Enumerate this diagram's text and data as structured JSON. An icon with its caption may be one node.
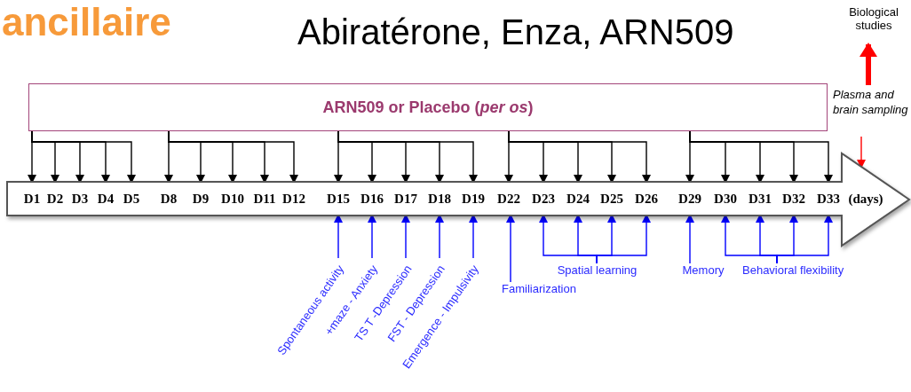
{
  "diagram": {
    "title": "Abiratérone, Enza, ARN509",
    "nodes": [
      {
        "text": [
          "ARN509 or Placebo (*per os*)"
        ]
      },
      {
        "text": [
          "Biological studies"
        ]
      },
      {
        "text": [
          "Plasma and brain sampling"
        ]
      },
      {
        "text": [
          "(days)"
        ]
      },
      {
        "text": [
          "D1"
        ],
        "in": 3
      },
      {
        "text": [
          "D2"
        ],
        "in": 3
      },
      {
        "text": [
          "D3"
        ],
        "in": 3
      },
      {
        "text": [
          "D4"
        ],
        "in": 3
      },
      {
        "text": [
          "D5"
        ],
        "in": 3
      },
      {
        "text": [
          "D8"
        ],
        "in": 3
      },
      {
        "text": [
          "D9"
        ],
        "in": 3
      },
      {
        "text": [
          "D10"
        ],
        "in": 3
      },
      {
        "text": [
          "D11"
        ],
        "in": 3
      },
      {
        "text": [
          "D12"
        ],
        "in": 3
      },
      {
        "text": [
          "D15"
        ],
        "in": 3
      },
      {
        "text": [
          "D16"
        ],
        "in": 3
      },
      {
        "text": [
          "D17"
        ],
        "in": 3
      },
      {
        "text": [
          "D18"
        ],
        "in": 3
      },
      {
        "text": [
          "D19"
        ],
        "in": 3
      },
      {
        "text": [
          "D22"
        ],
        "in": 3
      },
      {
        "text": [
          "D23"
        ],
        "in": 3
      },
      {
        "text": [
          "D24"
        ],
        "in": 3
      },
      {
        "text": [
          "D25"
        ],
        "in": 3
      },
      {
        "text": [
          "D26"
        ],
        "in": 3
      },
      {
        "text": [
          "D29"
        ],
        "in": 3
      },
      {
        "text": [
          "D30"
        ],
        "in": 3
      },
      {
        "text": [
          "D31"
        ],
        "in": 3
      },
      {
        "text": [
          "D32"
        ],
        "in": 3
      },
      {
        "text": [
          "D33"
        ],
        "in": 3
      },
      {
        "text": [
          "Spontaneous activity"
        ]
      },
      {
        "text": [
          "+maze - Anxiety"
        ]
      },
      {
        "text": [
          "TS T -Depression"
        ]
      },
      {
        "text": [
          "FST - Depression"
        ]
      },
      {
        "text": [
          "Emergence - Impulsivity"
        ]
      },
      {
        "text": [
          "Familiarization"
        ]
      },
      {
        "text": [
          "Spatial learning"
        ]
      },
      {
        "text": [
          "Memory"
        ]
      },
      {
        "text": [
          "Behavioral flexibility"
        ]
      }
    ],
    "edges": [
      {
        "from": 0,
        "to": 4,
        "arrow": "to"
      },
      {
        "from": 0,
        "to": 5,
        "arrow": "to"
      },
      {
        "from": 0,
        "to": 6,
        "arrow": "to"
      },
      {
        "from": 0,
        "to": 7,
        "arrow": "to"
      },
      {
        "from": 0,
        "to": 8,
        "arrow": "to"
      },
      {
        "from": 0,
        "to": 9,
        "arrow": "to"
      },
      {
        "from": 0,
        "to": 10,
        "arrow": "to"
      },
      {
        "from": 0,
        "to": 11,
        "arrow": "to"
      },
      {
        "from": 0,
        "to": 12,
        "arrow": "to"
      },
      {
        "from": 0,
        "to": 13,
        "arrow": "to"
      },
      {
        "from": 0,
        "to": 14,
        "arrow": "to"
      },
      {
        "from": 0,
        "to": 15,
        "arrow": "to"
      },
      {
        "from": 0,
        "to": 16,
        "arrow": "to"
      },
      {
        "from": 0,
        "to": 17,
        "arrow": "to"
      },
      {
        "from": 0,
        "to": 18,
        "arrow": "to"
      },
      {
        "from": 0,
        "to": 19,
        "arrow": "to"
      },
      {
        "from": 0,
        "to": 20,
        "arrow": "to"
      },
      {
        "from": 0,
        "to": 21,
        "arrow": "to"
      },
      {
        "from": 0,
        "to": 22,
        "arrow": "to"
      },
      {
        "from": 0,
        "to": 23,
        "arrow": "to"
      },
      {
        "from": 0,
        "to": 24,
        "arrow": "to"
      },
      {
        "from": 0,
        "to": 25,
        "arrow": "to"
      },
      {
        "from": 0,
        "to": 26,
        "arrow": "to"
      },
      {
        "from": 0,
        "to": 27,
        "arrow": "to"
      },
      {
        "from": 0,
        "to": 28,
        "arrow": "to"
      },
      {
        "from": 29,
        "to": 14,
        "arrow": "to",
        "color": "#0000ff"
      },
      {
        "from": 30,
        "to": 15,
        "arrow": "to",
        "color": "#0000ff"
      },
      {
        "from": 31,
        "to": 16,
        "arrow": "to",
        "color": "#0000ff"
      },
      {
        "from": 32,
        "to": 17,
        "arrow": "to",
        "color": "#0000ff"
      },
      {
        "from": 33,
        "to": 18,
        "arrow": "to",
        "color": "#0000ff"
      },
      {
        "from": 34,
        "to": 19,
        "arrow": "to",
        "color": "#0000ff"
      },
      {
        "from": 35,
        "to": 20,
        "arrow": "to",
        "color": "#0000ff"
      },
      {
        "from": 35,
        "to": 21,
        "arrow": "to",
        "color": "#0000ff"
      },
      {
        "from": 35,
        "to": 22,
        "arrow": "to",
        "color": "#0000ff"
      },
      {
        "from": 35,
        "to": 23,
        "arrow": "to",
        "color": "#0000ff"
      },
      {
        "from": 36,
        "to": 24,
        "arrow": "to",
        "color": "#0000ff"
      },
      {
        "from": 37,
        "to": 25,
        "arrow": "to",
        "color": "#0000ff"
      },
      {
        "from": 37,
        "to": 26,
        "arrow": "to",
        "color": "#0000ff"
      },
      {
        "from": 37,
        "to": 27,
        "arrow": "to",
        "color": "#0000ff"
      },
      {
        "from": 37,
        "to": 28,
        "arrow": "to",
        "color": "#0000ff"
      },
      {
        "from": 2,
        "to": 3,
        "arrow": "to",
        "color": "#ff0000"
      },
      {
        "from": 2,
        "to": 1,
        "arrow": "to",
        "style": "thick",
        "color": "#ff0000"
      }
    ],
    "labels": [
      "ancillaire"
    ]
  }
}
